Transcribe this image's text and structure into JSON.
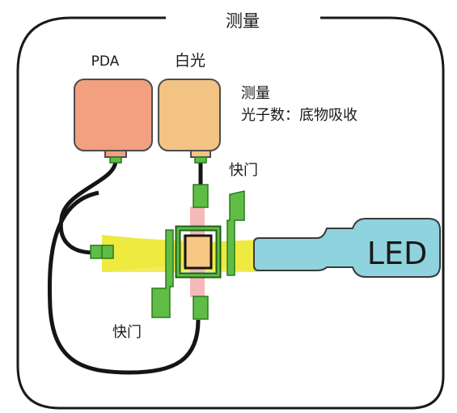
{
  "frame": {
    "title": "测量"
  },
  "sources": {
    "pda_label": "PDA",
    "white_light_label": "白光"
  },
  "annotations": {
    "measure_title": "测量",
    "measure_detail": "光子数：底物吸收",
    "shutter_top": "快门",
    "shutter_bottom": "快门"
  },
  "led": {
    "label": "LED"
  },
  "colors": {
    "pda_box": "#f2a07f",
    "white_light_box": "#f3c384",
    "box_stroke": "#4d4d4d",
    "shutter_green": "#5fbd45",
    "shutter_stroke": "#2b7a1e",
    "led_body": "#8fd3de",
    "led_stroke": "#3a3a3a",
    "yellow_beam": "#eeea3f",
    "pink_beam": "#f6b8b8",
    "cable": "#151515"
  }
}
